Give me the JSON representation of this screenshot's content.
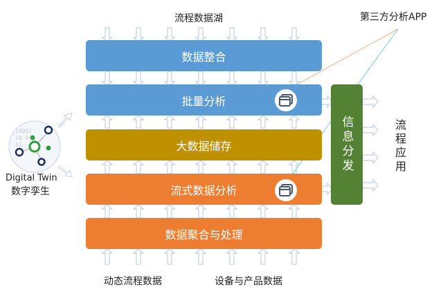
{
  "top_label": "流程数据湖",
  "bottom_labels": [
    "动态流程数据",
    "设备与产品数据"
  ],
  "third_party": "第三方分析APP",
  "layers": [
    {
      "label": "数据整合",
      "color": "#5b9bd5"
    },
    {
      "label": "批量分析",
      "color": "#5b9bd5"
    },
    {
      "label": "大数据储存",
      "color": "#bf9000"
    },
    {
      "label": "流式数据分析",
      "color": "#ed7d31"
    },
    {
      "label": "数据聚合与处理",
      "color": "#ed7d31"
    }
  ],
  "distribution": {
    "label": "信息分发",
    "color": "#548235"
  },
  "application": "流程应用",
  "twin": {
    "en": "Digital Twin",
    "zh": "数字孪生"
  }
}
